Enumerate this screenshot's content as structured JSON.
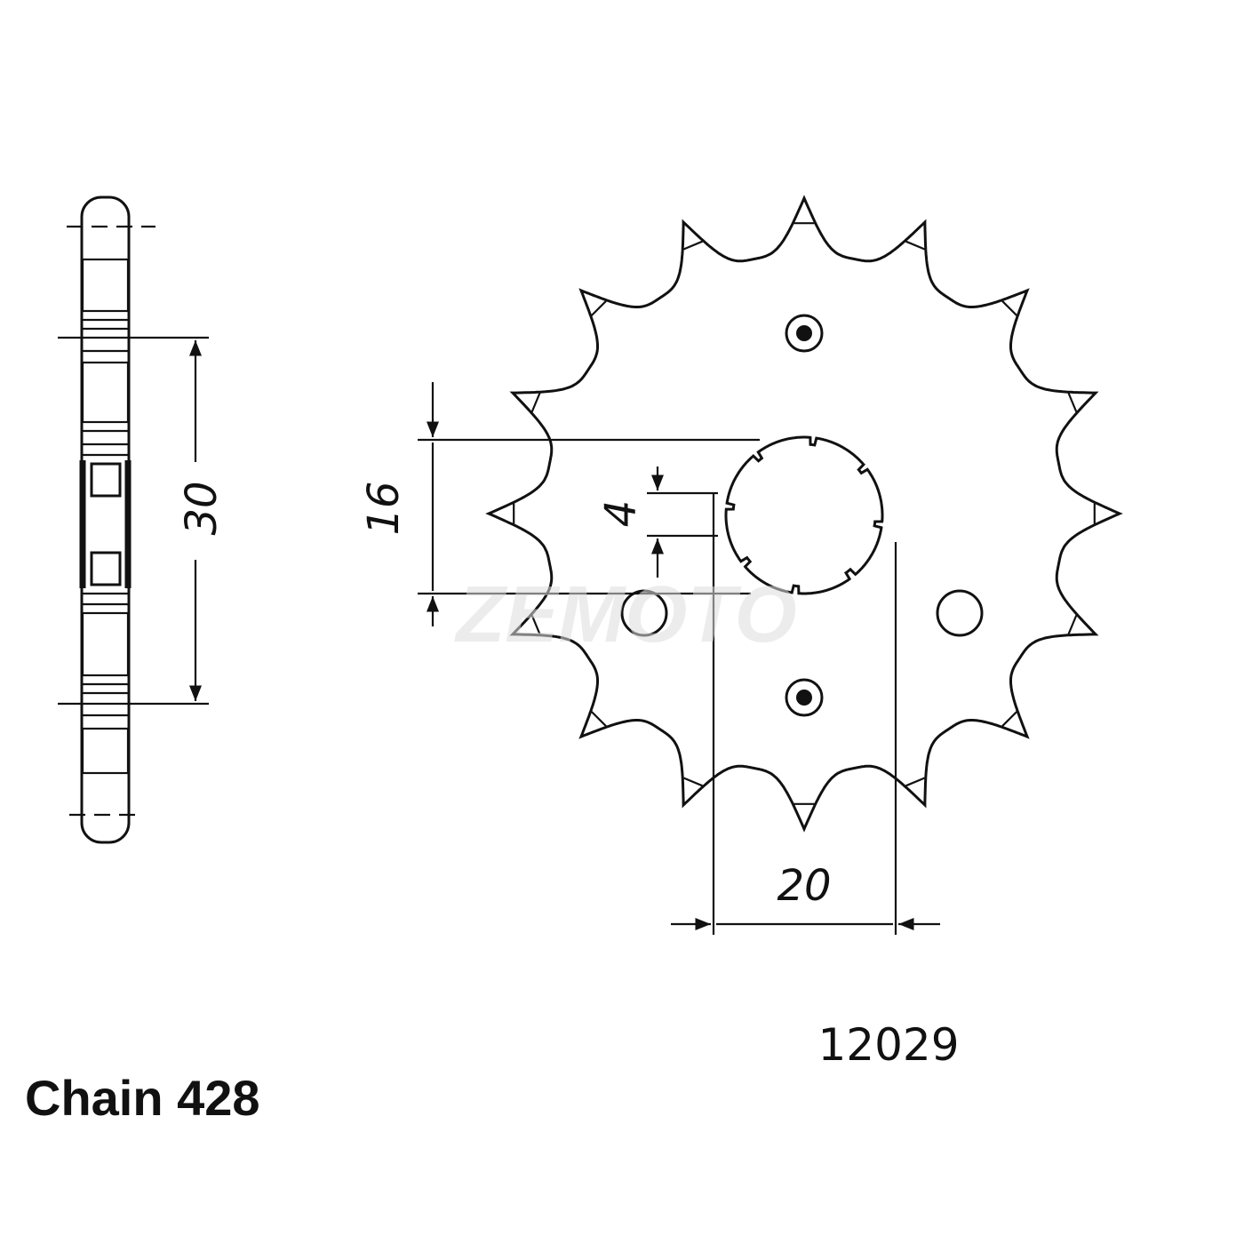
{
  "diagram": {
    "part_number": "12029",
    "chain_label": "Chain 428",
    "teeth": 16,
    "dimensions": {
      "hub_width": "30",
      "bore_diameter": "16",
      "spline_depth": "4",
      "across": "20"
    },
    "watermark": "ZEMOTO",
    "line_color": "#111111",
    "background": "#ffffff"
  }
}
